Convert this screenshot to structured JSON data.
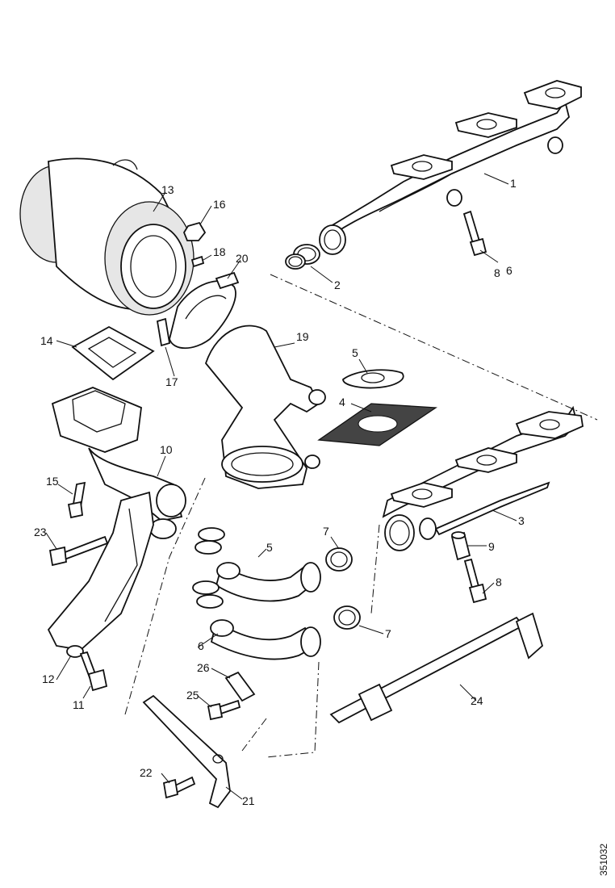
{
  "diagram": {
    "drawing_code": "351032",
    "callouts": [
      {
        "id": "c1",
        "label": "1"
      },
      {
        "id": "c2",
        "label": "2"
      },
      {
        "id": "c3",
        "label": "3"
      },
      {
        "id": "c4",
        "label": "4"
      },
      {
        "id": "c5a",
        "label": "5"
      },
      {
        "id": "c5b",
        "label": "5"
      },
      {
        "id": "c6a",
        "label": "6"
      },
      {
        "id": "c6b",
        "label": "6"
      },
      {
        "id": "c7a",
        "label": "7"
      },
      {
        "id": "c7b",
        "label": "7"
      },
      {
        "id": "c8a",
        "label": "8"
      },
      {
        "id": "c8b",
        "label": "8"
      },
      {
        "id": "c9",
        "label": "9"
      },
      {
        "id": "c10",
        "label": "10"
      },
      {
        "id": "c11",
        "label": "11"
      },
      {
        "id": "c12",
        "label": "12"
      },
      {
        "id": "c13",
        "label": "13"
      },
      {
        "id": "c14",
        "label": "14"
      },
      {
        "id": "c15",
        "label": "15"
      },
      {
        "id": "c16",
        "label": "16"
      },
      {
        "id": "c17",
        "label": "17"
      },
      {
        "id": "c18",
        "label": "18"
      },
      {
        "id": "c19",
        "label": "19"
      },
      {
        "id": "c20",
        "label": "20"
      },
      {
        "id": "c21",
        "label": "21"
      },
      {
        "id": "c22",
        "label": "22"
      },
      {
        "id": "c23",
        "label": "23"
      },
      {
        "id": "c24",
        "label": "24"
      },
      {
        "id": "c25",
        "label": "25"
      },
      {
        "id": "c26",
        "label": "26"
      }
    ]
  }
}
